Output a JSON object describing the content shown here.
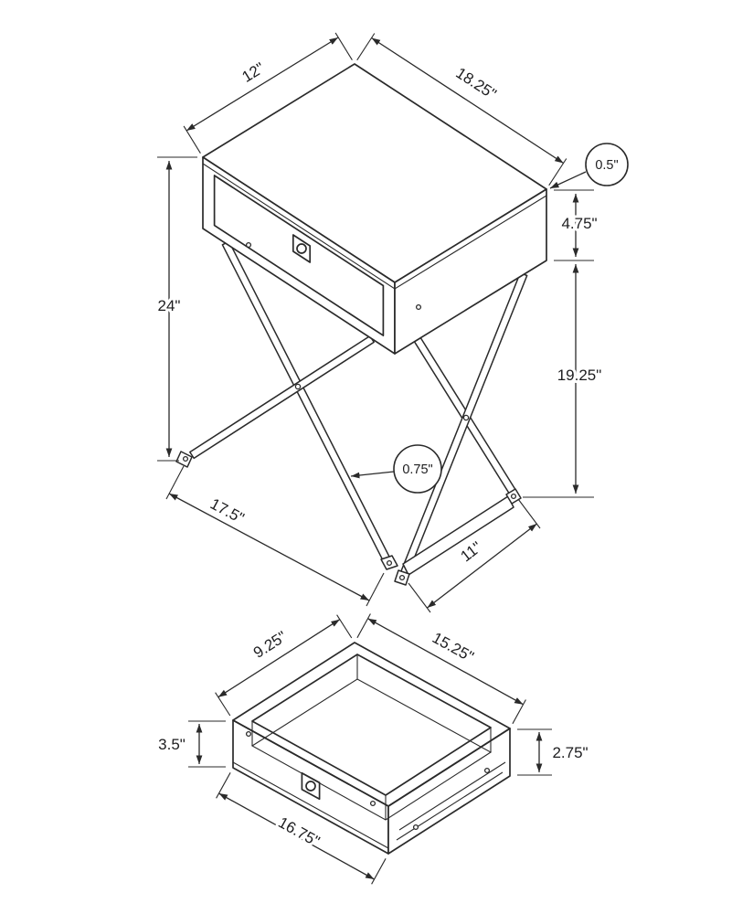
{
  "table_figure": {
    "dims": {
      "top_side": "12\"",
      "top_front": "18.25\"",
      "top_thickness": "0.5\"",
      "cabinet_height": "4.75\"",
      "overall_height": "24\"",
      "leg_height": "19.25\"",
      "leg_thickness": "0.75\"",
      "base_depth": "17.5\"",
      "base_span": "11\""
    }
  },
  "drawer_figure": {
    "dims": {
      "inner_width": "9.25\"",
      "inner_depth": "15.25\"",
      "front_height": "3.5\"",
      "side_height": "2.75\"",
      "outer_width": "16.75\""
    }
  }
}
